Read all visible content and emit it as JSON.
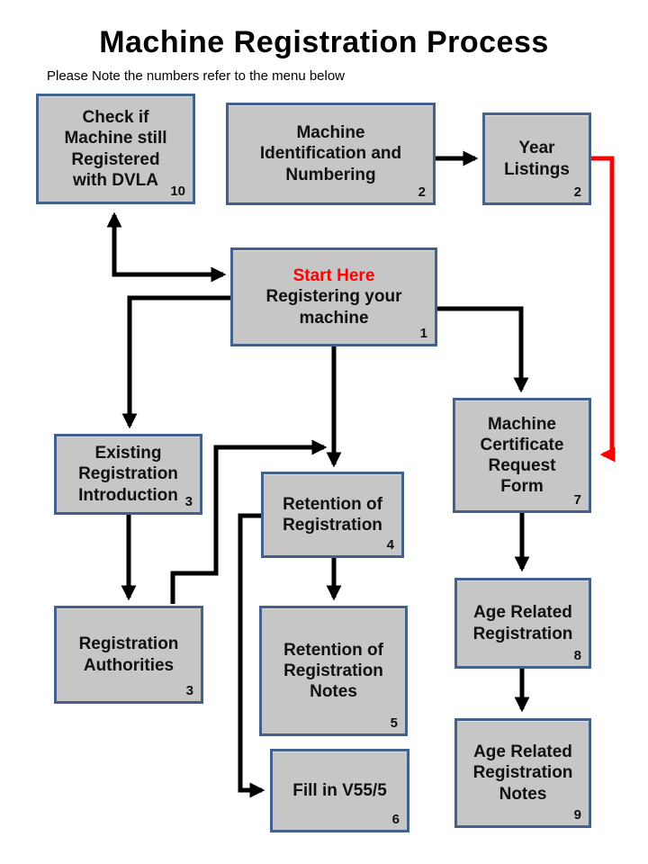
{
  "title": "Machine Registration Process",
  "subtitle": "Please Note the numbers refer to the menu below",
  "colors": {
    "box_fill": "#c6c6c6",
    "box_border": "#44618c",
    "connector_black": "#000000",
    "connector_red": "#ff0000",
    "start_here_text": "#ff0000",
    "title_text": "#000000"
  },
  "nodes": {
    "check_dvla": {
      "lines": [
        "Check if",
        "Machine still",
        "Registered",
        "with DVLA"
      ],
      "number": "10"
    },
    "machine_identification": {
      "lines": [
        "Machine",
        "Identification and",
        "Numbering"
      ],
      "number": "2"
    },
    "year_listings": {
      "lines": [
        "Year",
        "Listings"
      ],
      "number": "2"
    },
    "start_here": {
      "highlight": "Start Here",
      "lines": [
        "Registering your",
        "machine"
      ],
      "number": "1"
    },
    "existing_registration_introduction": {
      "lines": [
        "Existing",
        "Registration",
        "Introduction"
      ],
      "number": "3"
    },
    "retention_of_registration": {
      "lines": [
        "Retention of",
        "Registration"
      ],
      "number": "4"
    },
    "machine_certificate_request_form": {
      "lines": [
        "Machine",
        "Certificate",
        "Request",
        "Form"
      ],
      "number": "7"
    },
    "registration_authorities": {
      "lines": [
        "Registration",
        "Authorities"
      ],
      "number": "3"
    },
    "retention_of_registration_notes": {
      "lines": [
        "Retention of",
        "Registration",
        "Notes"
      ],
      "number": "5"
    },
    "fill_in_v55": {
      "lines": [
        "Fill in V55/5"
      ],
      "number": "6"
    },
    "age_related_registration": {
      "lines": [
        "Age Related",
        "Registration"
      ],
      "number": "8"
    },
    "age_related_registration_notes": {
      "lines": [
        "Age Related",
        "Registration",
        "Notes"
      ],
      "number": "9"
    }
  }
}
